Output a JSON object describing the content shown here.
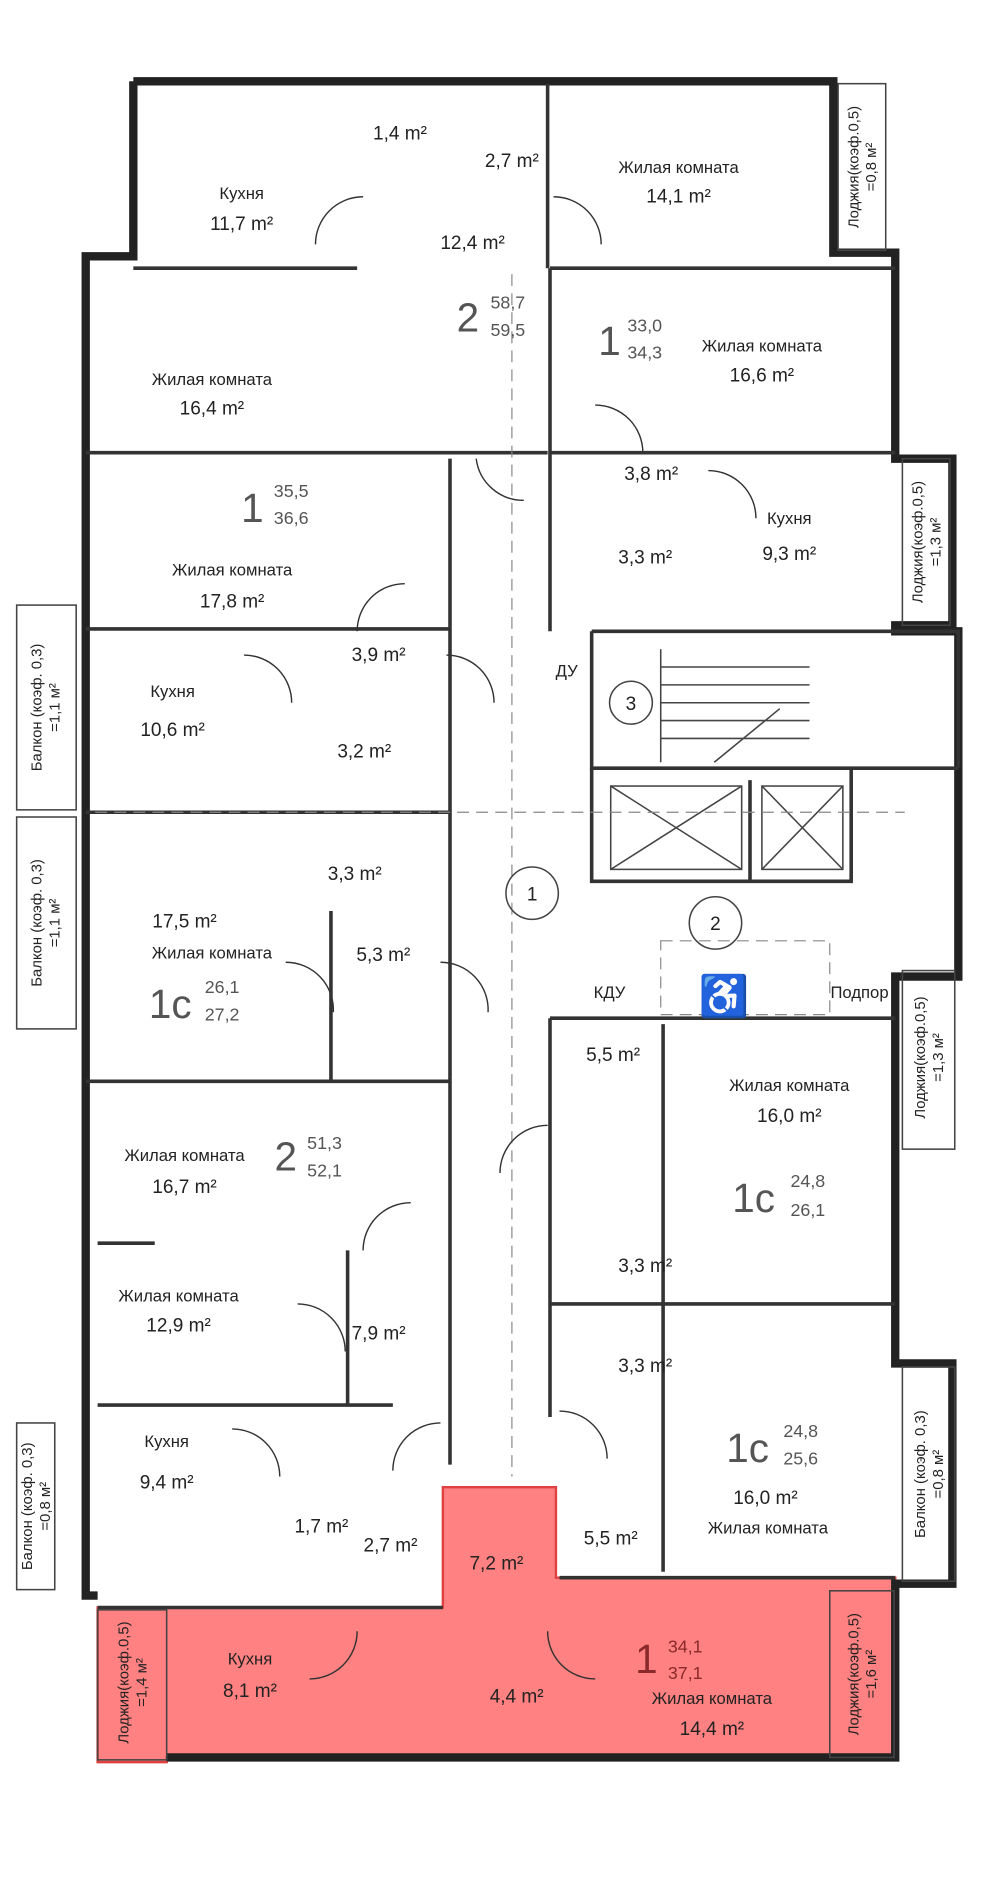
{
  "apartments": {
    "a2_top": {
      "rooms": "2",
      "living": "58,7",
      "total": "59,5",
      "kitchen": "Кухня",
      "kitchen_area": "11,7 m²",
      "wc": "1,4 m²",
      "bath": "2,7 m²",
      "hall": "12,4 m²",
      "room1": "Жилая комната",
      "room1_area": "14,1 m²",
      "room2": "Жилая комната",
      "room2_area": "16,4 m²"
    },
    "a1_top_right": {
      "rooms": "1",
      "living": "33,0",
      "total": "34,3",
      "room": "Жилая комната",
      "room_area": "16,6 m²",
      "hall": "3,8 m²",
      "kitchen": "Кухня",
      "kitchen_area": "9,3 m²",
      "bath": "3,3 m²"
    },
    "a1_left": {
      "rooms": "1",
      "living": "35,5",
      "total": "36,6",
      "room": "Жилая комната",
      "room_area": "17,8 m²",
      "hall": "3,9 m²",
      "kitchen": "Кухня",
      "kitchen_area": "10,6 m²",
      "bath": "3,2 m²"
    },
    "a1c_left": {
      "rooms": "1с",
      "living": "26,1",
      "total": "27,2",
      "bath": "3,3 m²",
      "room_area": "17,5 m²",
      "room": "Жилая комната",
      "hall": "5,3 m²"
    },
    "a1c_right_mid": {
      "rooms": "1с",
      "living": "24,8",
      "total": "26,1",
      "hall": "5,5 m²",
      "room": "Жилая комната",
      "room_area": "16,0 m²",
      "bath": "3,3 m²"
    },
    "a2_bottom": {
      "rooms": "2",
      "living": "51,3",
      "total": "52,1",
      "room1": "Жилая комната",
      "room1_area": "16,7 m²",
      "room2": "Жилая комната",
      "room2_area": "12,9 m²",
      "hall": "7,9 m²",
      "kitchen": "Кухня",
      "kitchen_area": "9,4 m²",
      "wc": "1,7 m²",
      "bath": "2,7 m²"
    },
    "a1c_right_bottom": {
      "rooms": "1с",
      "living": "24,8",
      "total": "25,6",
      "bath": "3,3 m²",
      "room_area": "16,0 m²",
      "room": "Жилая комната",
      "hall": "5,5 m²"
    },
    "a1_highlight": {
      "rooms": "1",
      "living": "34,1",
      "total": "37,1",
      "hall": "7,2 m²",
      "kitchen": "Кухня",
      "kitchen_area": "8,1 m²",
      "bath": "4,4 m²",
      "room": "Жилая комната",
      "room_area": "14,4 m²"
    }
  },
  "outdoor": {
    "loggia_top_right": {
      "label": "Лоджия(коэф.0,5)",
      "area": "=0,8 м²"
    },
    "loggia_right_1": {
      "label": "Лоджия(коэф.0,5)",
      "area": "=1,3 м²"
    },
    "loggia_right_2": {
      "label": "Лоджия(коэф.0,5)",
      "area": "=1,3 м²"
    },
    "balcony_left_1": {
      "label": "Балкон (коэф. 0,3)",
      "area": "=1,1 м²"
    },
    "balcony_left_2": {
      "label": "Балкон (коэф. 0,3)",
      "area": "=1,1 м²"
    },
    "balcony_left_3": {
      "label": "Балкон (коэф. 0,3)",
      "area": "=0,8 м²"
    },
    "balcony_right": {
      "label": "Балкон (коэф. 0,3)",
      "area": "=0,8 м²"
    },
    "loggia_hl_left": {
      "label": "Лоджия(коэф.0,5)",
      "area": "=1,4 м²"
    },
    "loggia_hl_right": {
      "label": "Лоджия(коэф.0,5)",
      "area": "=1,6 м²"
    }
  },
  "common": {
    "corridor": "1",
    "lift_hall": "2",
    "stairs": "3",
    "du": "ДУ",
    "kdu": "КДУ",
    "podpor": "Подпор"
  },
  "colors": {
    "highlight": "#ff6b6b"
  }
}
